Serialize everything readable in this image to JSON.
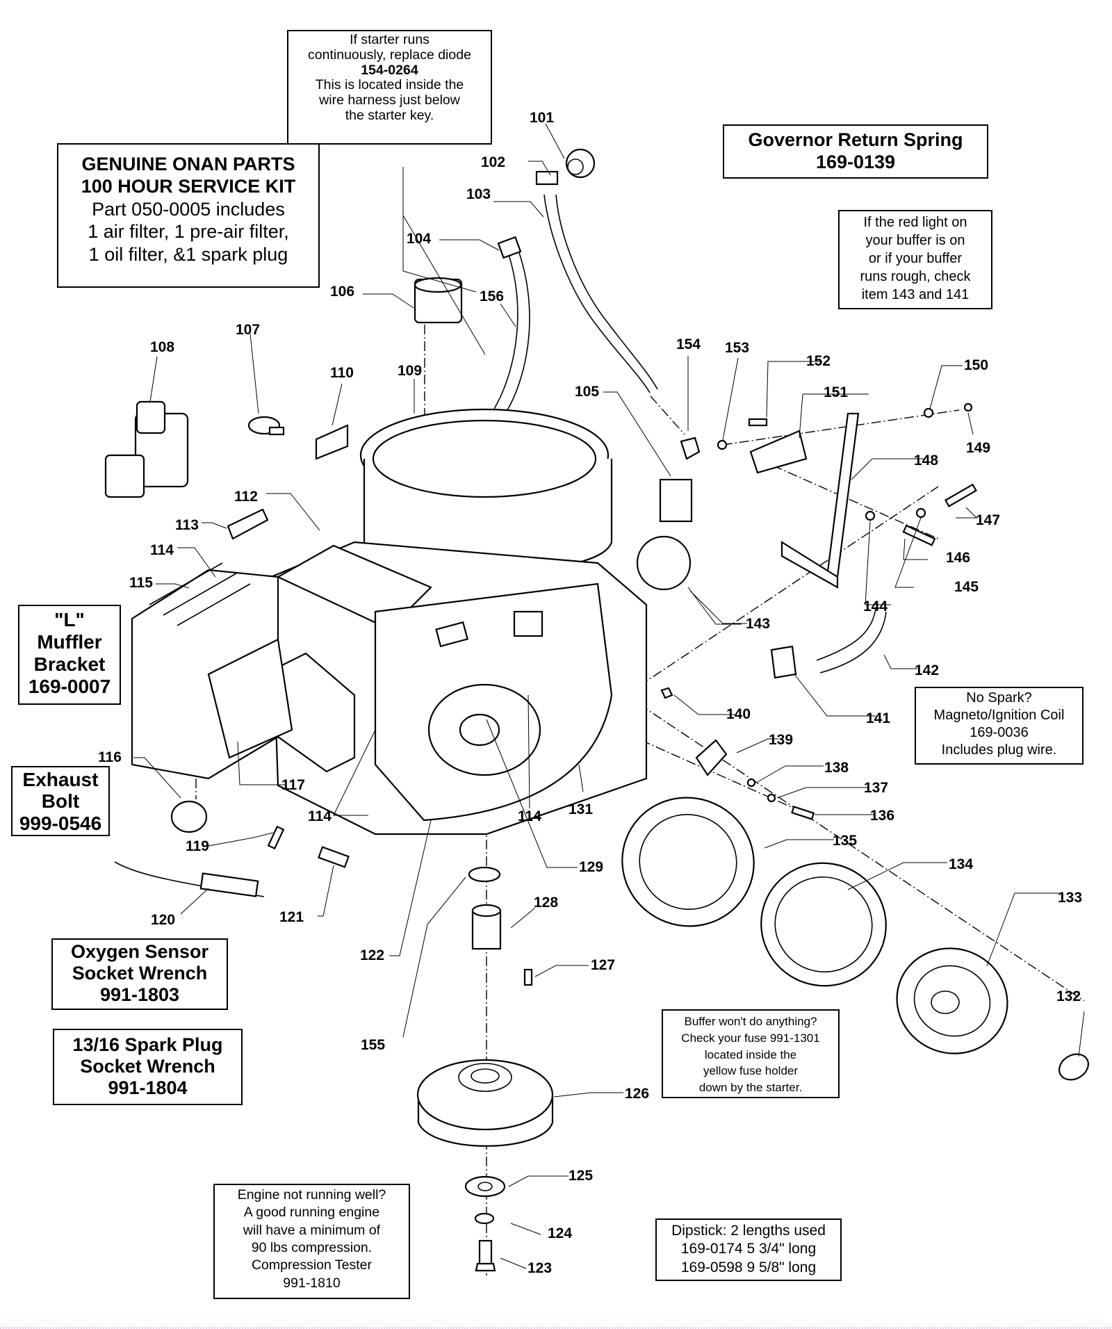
{
  "diagram": {
    "type": "exploded parts diagram",
    "subject": "Engine assembly (Onan OHV)"
  },
  "notes": {
    "starter_diode": {
      "lines": [
        "If starter runs",
        "continuously, replace diode",
        "154-0264",
        "This is located inside the",
        "wire harness just below",
        "the starter key."
      ]
    },
    "service_kit": {
      "lines": [
        "GENUINE ONAN PARTS",
        "100 HOUR SERVICE KIT",
        "Part 050-0005 includes",
        "1 air filter, 1 pre-air filter,",
        "1 oil filter, &1 spark plug"
      ]
    },
    "governor_spring": {
      "lines": [
        "Governor Return Spring",
        "169-0139"
      ]
    },
    "red_light": {
      "lines": [
        "If the red light on",
        "your buffer is on",
        "or if your buffer",
        "runs rough, check",
        "item 143 and 141"
      ]
    },
    "muffler_bracket": {
      "lines": [
        "\"L\"",
        "Muffler",
        "Bracket",
        "169-0007"
      ]
    },
    "exhaust_bolt": {
      "lines": [
        "Exhaust",
        "Bolt",
        "999-0546"
      ]
    },
    "no_spark": {
      "lines": [
        "No Spark?",
        "Magneto/Ignition Coil",
        "169-0036",
        "Includes plug wire."
      ]
    },
    "oxygen_wrench": {
      "lines": [
        "Oxygen Sensor",
        "Socket Wrench",
        "991-1803"
      ]
    },
    "spark_plug_wrench": {
      "lines": [
        "13/16 Spark Plug",
        "Socket Wrench",
        "991-1804"
      ]
    },
    "fuse": {
      "lines": [
        "Buffer won't do anything?",
        "Check your fuse 991-1301",
        "located inside the",
        "yellow fuse holder",
        "down by the starter."
      ]
    },
    "compression": {
      "lines": [
        "Engine not running well?",
        "A good running engine",
        "will have a minimum of",
        "90 lbs compression.",
        "Compression Tester",
        "991-1810"
      ]
    },
    "dipstick": {
      "lines": [
        "Dipstick: 2 lengths used",
        "169-0174 5 3/4\" long",
        "169-0598 9 5/8\" long"
      ]
    }
  },
  "callouts": [
    {
      "id": "101",
      "label": "101"
    },
    {
      "id": "102",
      "label": "102"
    },
    {
      "id": "103",
      "label": "103"
    },
    {
      "id": "104",
      "label": "104"
    },
    {
      "id": "105",
      "label": "105"
    },
    {
      "id": "106",
      "label": "106"
    },
    {
      "id": "107",
      "label": "107"
    },
    {
      "id": "108",
      "label": "108"
    },
    {
      "id": "109",
      "label": "109"
    },
    {
      "id": "110",
      "label": "110"
    },
    {
      "id": "112",
      "label": "112"
    },
    {
      "id": "113",
      "label": "113"
    },
    {
      "id": "114a",
      "label": "114"
    },
    {
      "id": "115",
      "label": "115"
    },
    {
      "id": "116",
      "label": "116"
    },
    {
      "id": "117",
      "label": "117"
    },
    {
      "id": "114b",
      "label": "114"
    },
    {
      "id": "114c",
      "label": "114"
    },
    {
      "id": "119",
      "label": "119"
    },
    {
      "id": "120",
      "label": "120"
    },
    {
      "id": "121",
      "label": "121"
    },
    {
      "id": "122",
      "label": "122"
    },
    {
      "id": "123",
      "label": "123"
    },
    {
      "id": "124",
      "label": "124"
    },
    {
      "id": "125",
      "label": "125"
    },
    {
      "id": "126",
      "label": "126"
    },
    {
      "id": "127",
      "label": "127"
    },
    {
      "id": "128",
      "label": "128"
    },
    {
      "id": "129",
      "label": "129"
    },
    {
      "id": "131",
      "label": "131"
    },
    {
      "id": "132",
      "label": "132"
    },
    {
      "id": "133",
      "label": "133"
    },
    {
      "id": "134",
      "label": "134"
    },
    {
      "id": "135",
      "label": "135"
    },
    {
      "id": "136",
      "label": "136"
    },
    {
      "id": "137",
      "label": "137"
    },
    {
      "id": "138",
      "label": "138"
    },
    {
      "id": "139",
      "label": "139"
    },
    {
      "id": "140",
      "label": "140"
    },
    {
      "id": "141",
      "label": "141"
    },
    {
      "id": "142",
      "label": "142"
    },
    {
      "id": "143",
      "label": "143"
    },
    {
      "id": "144",
      "label": "144"
    },
    {
      "id": "145",
      "label": "145"
    },
    {
      "id": "146",
      "label": "146"
    },
    {
      "id": "147",
      "label": "147"
    },
    {
      "id": "148",
      "label": "148"
    },
    {
      "id": "149",
      "label": "149"
    },
    {
      "id": "150",
      "label": "150"
    },
    {
      "id": "151",
      "label": "151"
    },
    {
      "id": "152",
      "label": "152"
    },
    {
      "id": "153",
      "label": "153"
    },
    {
      "id": "154",
      "label": "154"
    },
    {
      "id": "155",
      "label": "155"
    },
    {
      "id": "156",
      "label": "156"
    }
  ]
}
